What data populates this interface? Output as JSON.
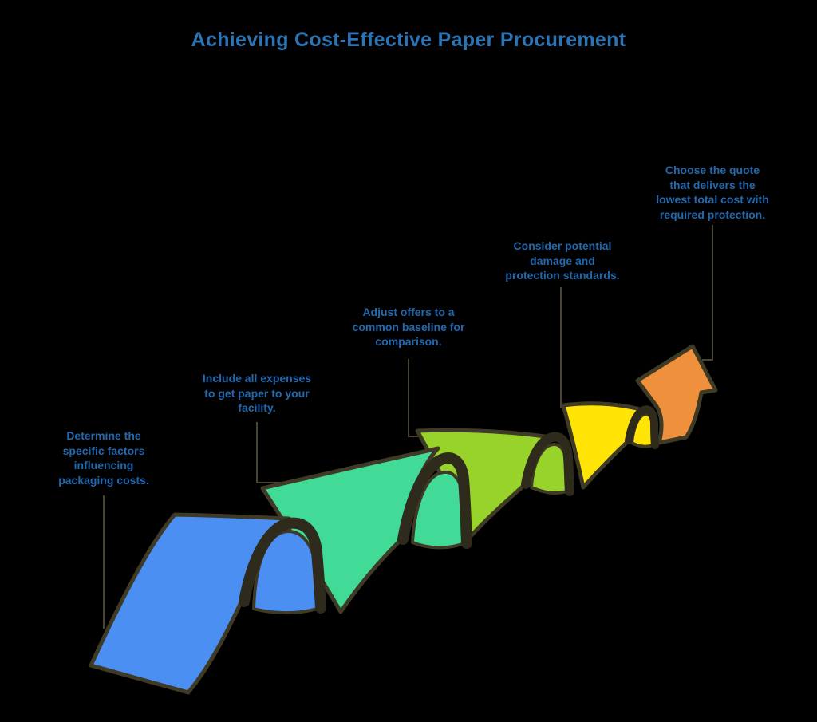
{
  "title": "Achieving Cost-Effective Paper Procurement",
  "colors": {
    "background": "#000000",
    "title": "#2d74b4",
    "label": "#2368ad",
    "outline": "#3f3a26",
    "fold_shadow": "#2e2a1c",
    "connector": "#4a4433"
  },
  "ribbon": {
    "segments": [
      {
        "name": "wave-1",
        "color": "#4b8ff2"
      },
      {
        "name": "wave-2",
        "color": "#41db97"
      },
      {
        "name": "wave-3",
        "color": "#97d32a"
      },
      {
        "name": "wave-4",
        "color": "#ffe405"
      }
    ],
    "arrow_color": "#ef913c"
  },
  "steps": [
    {
      "id": "1",
      "lines": [
        "Determine the",
        "specific factors",
        "influencing",
        "packaging costs."
      ]
    },
    {
      "id": "2",
      "lines": [
        "Include all expenses",
        "to get paper to your",
        "facility."
      ]
    },
    {
      "id": "3",
      "lines": [
        "Adjust offers to a",
        "common baseline for",
        "comparison."
      ]
    },
    {
      "id": "4",
      "lines": [
        "Consider potential",
        "damage and",
        "protection standards."
      ]
    },
    {
      "id": "5",
      "lines": [
        "Choose the quote",
        "that delivers the",
        "lowest total cost with",
        "required protection."
      ]
    }
  ]
}
